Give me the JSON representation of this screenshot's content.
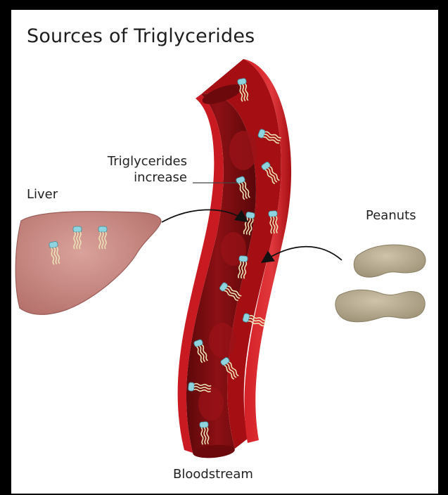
{
  "title": "Sources of Triglycerides",
  "labels": {
    "liver": "Liver",
    "callout_line1": "Triglycerides",
    "callout_line2": "increase",
    "peanuts": "Peanuts",
    "bloodstream": "Bloodstream"
  },
  "colors": {
    "vessel_outer": "#c4161c",
    "vessel_inner": "#7a0c10",
    "liver": "#c98b85",
    "peanut": "#b8ab90",
    "molecule_head": "#8fd3df",
    "frame": "#000000"
  }
}
